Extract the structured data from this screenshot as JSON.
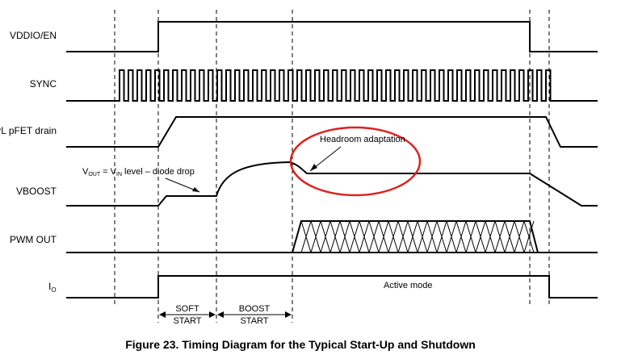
{
  "signals": [
    {
      "id": "vddio",
      "label": "VDDIO/EN"
    },
    {
      "id": "sync",
      "label": "SYNC"
    },
    {
      "id": "pfet",
      "label": "PL pFET drain"
    },
    {
      "id": "vboost",
      "label": "VBOOST"
    },
    {
      "id": "pwm",
      "label": "PWM OUT"
    },
    {
      "id": "io",
      "label": "I",
      "sub": "O"
    }
  ],
  "annotations": {
    "headroom": "Headroom adaptation",
    "vout_prefix": "V",
    "vout_sub": "OUT",
    "vout_mid": " = V",
    "vin_sub": "IN",
    "vout_suffix": " level – diode drop",
    "active_mode": "Active mode"
  },
  "phases": {
    "soft_line1": "SOFT",
    "soft_line2": "START",
    "boost_line1": "BOOST",
    "boost_line2": "START"
  },
  "caption": "Figure 23.  Timing Diagram for the Typical Start-Up and Shutdown",
  "colors": {
    "highlight": "#e0201c",
    "line": "#000000"
  }
}
